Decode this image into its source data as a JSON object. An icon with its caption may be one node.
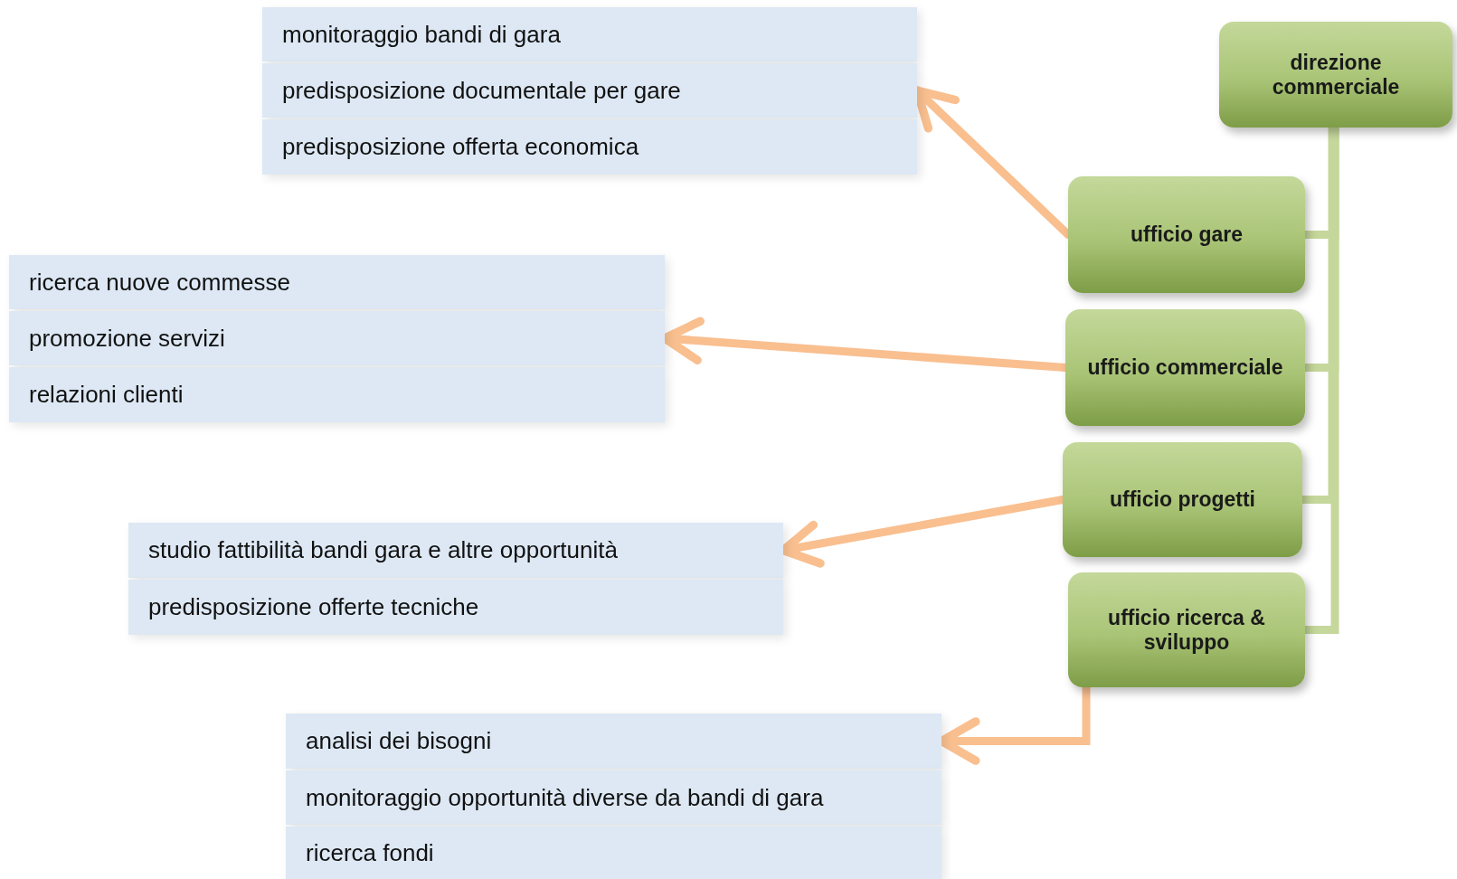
{
  "diagram": {
    "nodes": [
      {
        "text": [
          "monitoraggio bandi di gara"
        ]
      },
      {
        "text": [
          "predisposizione documentale per gare"
        ]
      },
      {
        "text": [
          "predisposizione offerta economica"
        ]
      },
      {
        "text": [
          "direzione commerciale"
        ]
      },
      {
        "text": [
          "ufficio gare"
        ]
      },
      {
        "text": [
          "ricerca nuove commesse"
        ]
      },
      {
        "text": [
          "promozione servizi"
        ]
      },
      {
        "text": [
          "relazioni clienti"
        ]
      },
      {
        "text": [
          "ufficio commerciale"
        ]
      },
      {
        "text": [
          "ufficio progetti"
        ]
      },
      {
        "text": [
          "studio fattibilità bandi gara e altre opportunità"
        ]
      },
      {
        "text": [
          "predisposizione offerte tecniche"
        ]
      },
      {
        "text": [
          "ufficio ricerca & sviluppo"
        ]
      },
      {
        "text": [
          "analisi dei bisogni"
        ]
      },
      {
        "text": [
          "monitoraggio opportunità diverse da bandi di gara"
        ]
      },
      {
        "text": [
          "ricerca fondi"
        ]
      }
    ],
    "edges": [
      {
        "from": 3,
        "to": 4,
        "arrow": "none",
        "color": "#c5d79b"
      },
      {
        "from": 3,
        "to": 8,
        "arrow": "none",
        "color": "#c5d79b"
      },
      {
        "from": 3,
        "to": 9,
        "arrow": "none",
        "color": "#c5d79b"
      },
      {
        "from": 3,
        "to": 12,
        "arrow": "none",
        "color": "#c5d79b"
      },
      {
        "from": 4,
        "to": 1,
        "arrow": "to",
        "color": "#f9bf8f"
      },
      {
        "from": 8,
        "to": 6,
        "arrow": "to",
        "color": "#f9bf8f"
      },
      {
        "from": 9,
        "to": 10,
        "arrow": "to",
        "color": "#f9bf8f"
      },
      {
        "from": 12,
        "to": 13,
        "arrow": "to",
        "color": "#f9bf8f"
      }
    ]
  }
}
